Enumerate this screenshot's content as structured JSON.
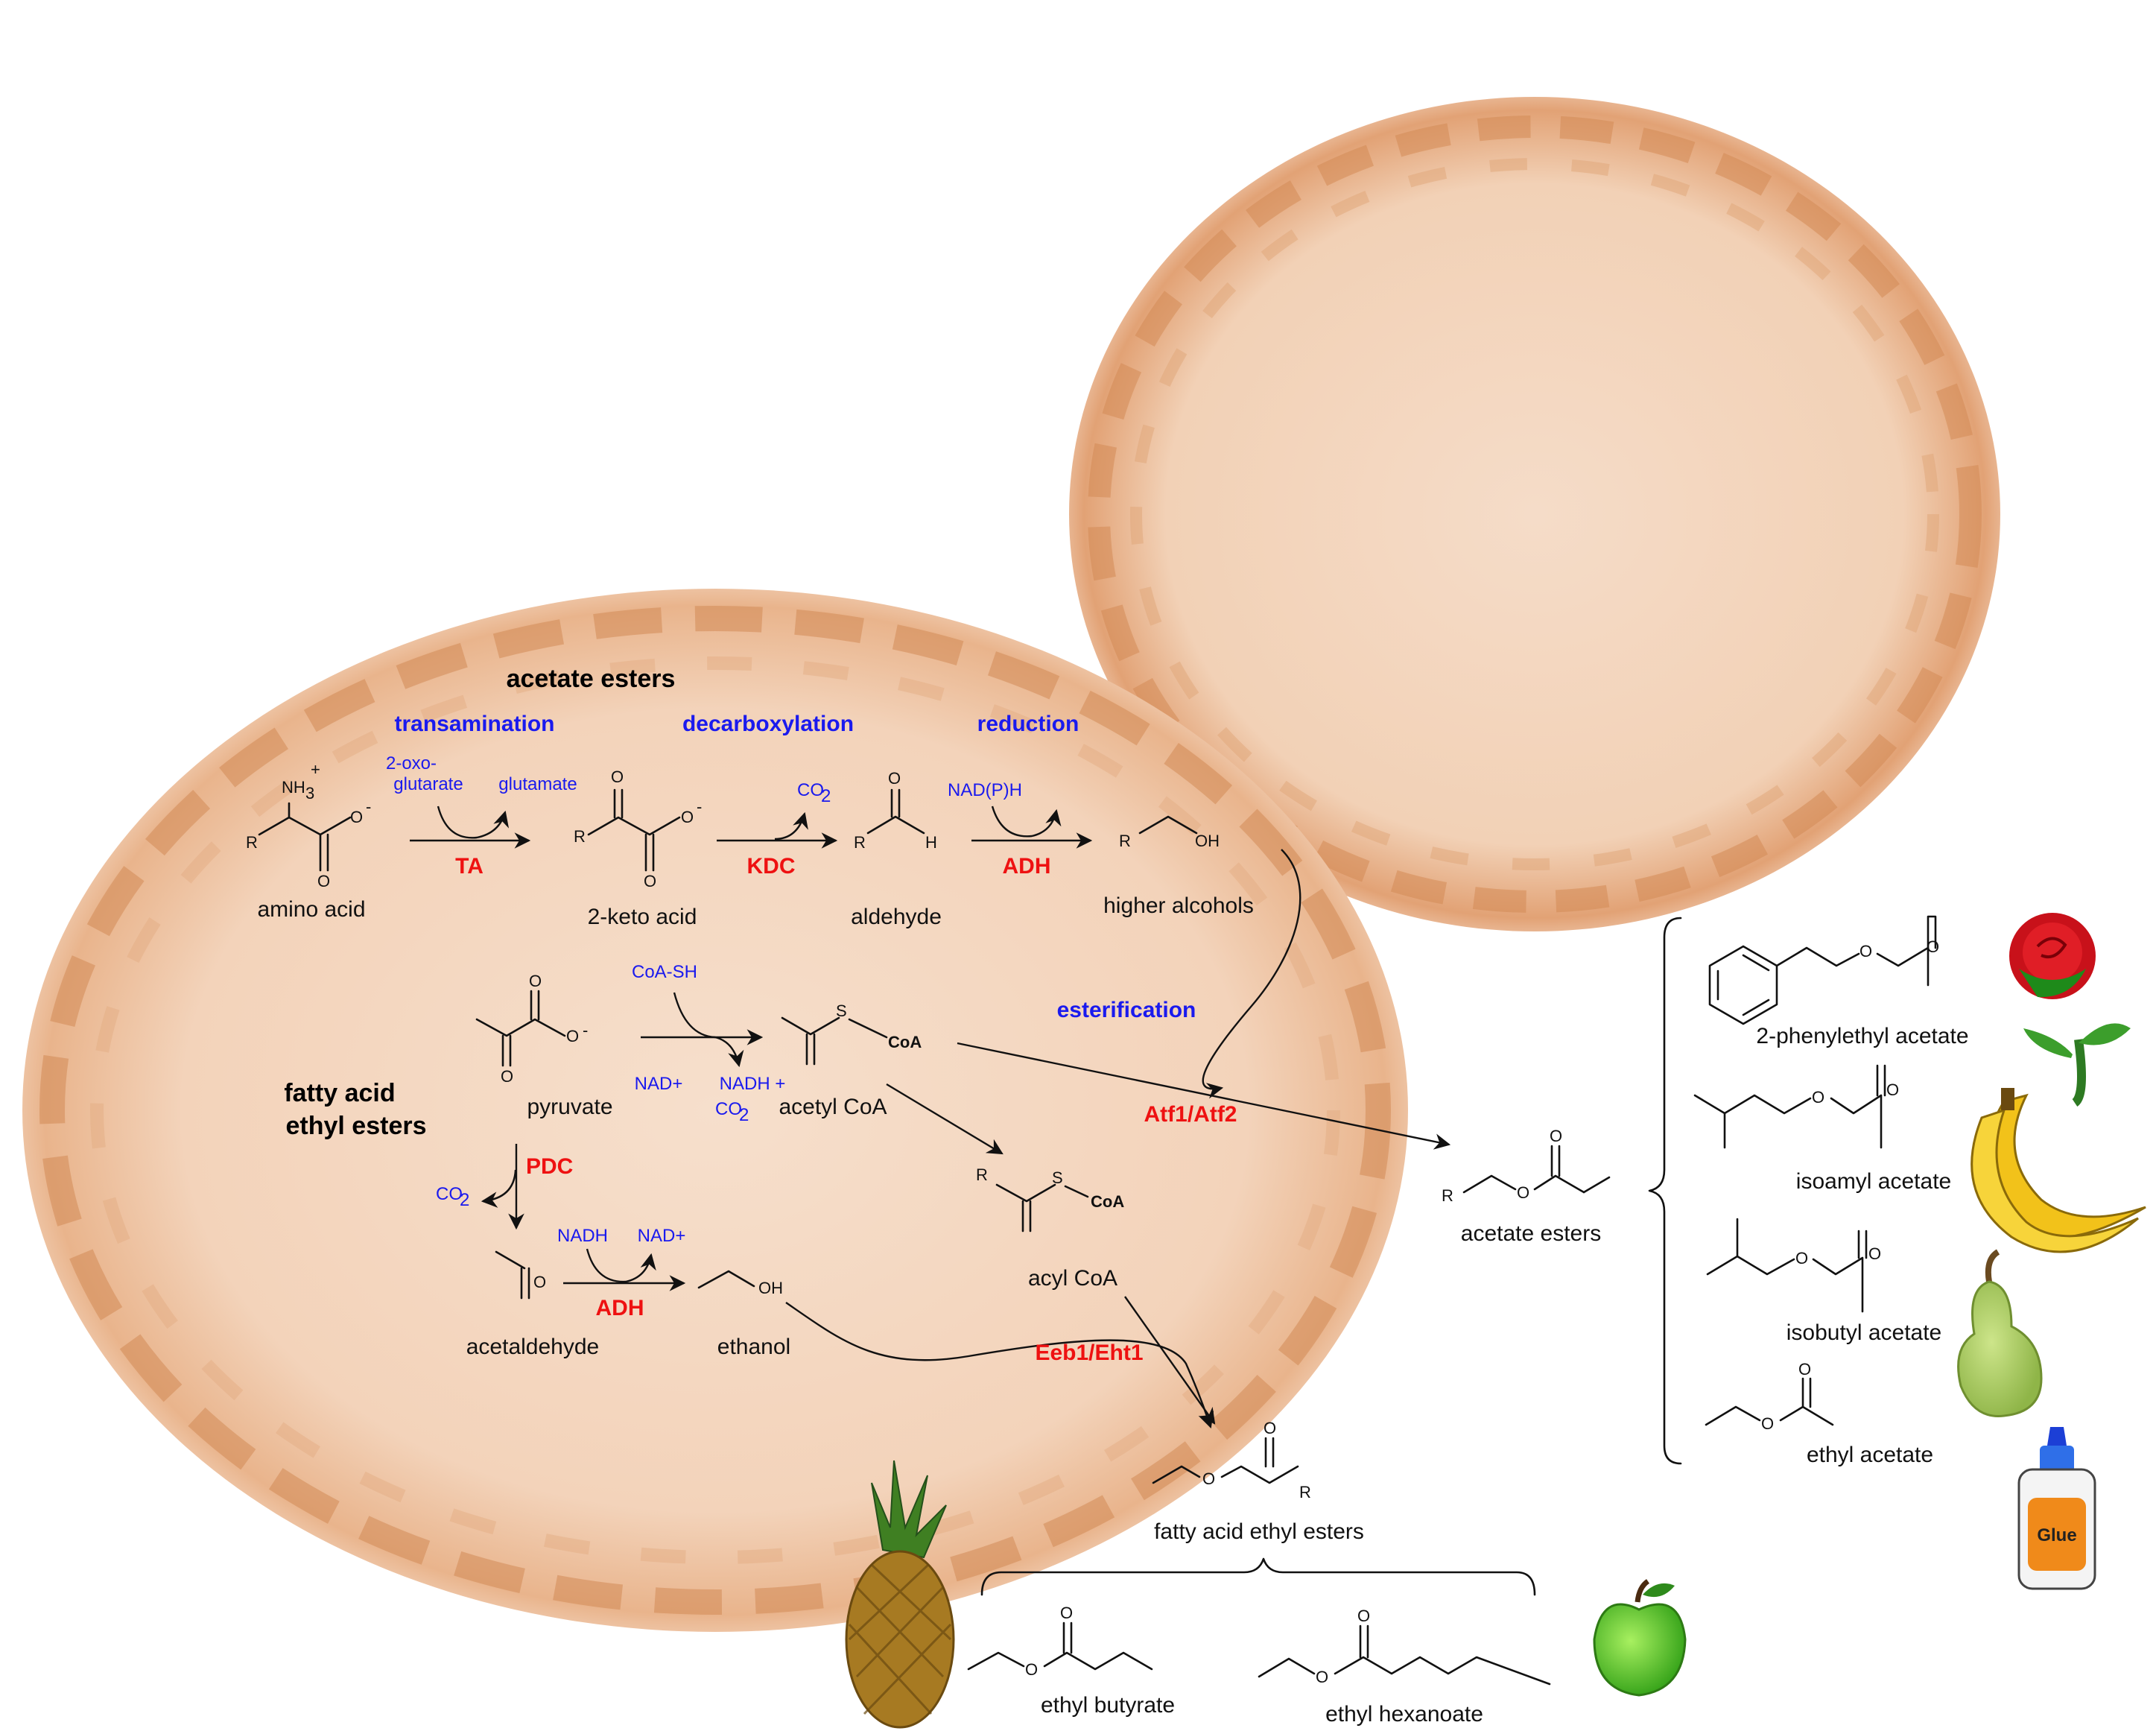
{
  "section_titles": {
    "acetate_esters": "acetate esters",
    "fatty_acid_ethyl_esters_line1": "fatty acid",
    "fatty_acid_ethyl_esters_line2": "ethyl esters"
  },
  "steps": {
    "transamination": "transamination",
    "decarboxylation": "decarboxylation",
    "reduction": "reduction",
    "esterification": "esterification"
  },
  "enzymes": {
    "ta": "TA",
    "kdc": "KDC",
    "adh_top": "ADH",
    "adh_bottom": "ADH",
    "pdc": "PDC",
    "atf": "Atf1/Atf2",
    "eeb": "Eeb1/Eht1"
  },
  "cofactors": {
    "oxoglutarate_1": "2-oxo-",
    "oxoglutarate_2": "glutarate",
    "glutamate": "glutamate",
    "co2_kdc": "CO",
    "co2_kdc_sub": "2",
    "nadph": "NAD(P)H",
    "coash": "CoA-SH",
    "nad_plus_1": "NAD+",
    "nadh_plus": "NADH +",
    "co2_pdh": "CO",
    "co2_pdh_sub": "2",
    "co2_pdc": "CO",
    "co2_pdc_sub": "2",
    "nadh": "NADH",
    "nad_plus_2": "NAD+"
  },
  "compounds": {
    "amino_acid": "amino acid",
    "keto_acid": "2-keto acid",
    "aldehyde": "aldehyde",
    "higher_alcohols": "higher alcohols",
    "pyruvate": "pyruvate",
    "acetyl_coa": "acetyl CoA",
    "acyl_coa": "acyl CoA",
    "acetaldehyde": "acetaldehyde",
    "ethanol": "ethanol",
    "acetate_esters": "acetate esters",
    "fatty_acid_ethyl_esters": "fatty acid ethyl esters"
  },
  "atoms": {
    "nh3": "NH",
    "nh3_sub": "3",
    "plus": "+",
    "minus": "-",
    "o": "O",
    "r": "R",
    "h": "H",
    "oh": "OH",
    "s": "S",
    "coa": "CoA",
    "o_minus": "O"
  },
  "examples_acetate": [
    "2-phenylethyl acetate",
    "isoamyl acetate",
    "isobutyl acetate",
    "ethyl acetate"
  ],
  "examples_ethyl": [
    "ethyl butyrate",
    "ethyl hexanoate"
  ],
  "glue_label": "Glue",
  "colors": {
    "cell": "#f4d6bf",
    "cell_edge": "#c87838",
    "enzyme": "#ee1111",
    "process": "#1a1aee"
  }
}
